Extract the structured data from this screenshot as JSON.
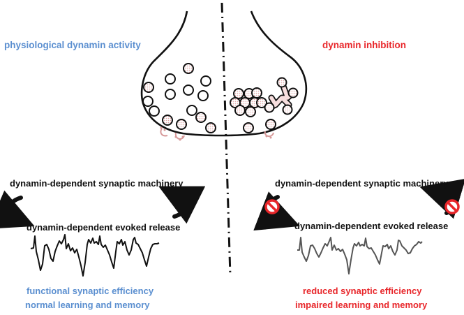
{
  "left": {
    "heading": "physiological dynamin activity",
    "machinery_label": "dynamin-dependent synaptic machinery",
    "release_label": "dynamin-dependent evoked release",
    "outcome_line1": "functional synaptic efficiency",
    "outcome_line2": "normal learning and memory"
  },
  "right": {
    "heading": "dynamin inhibition",
    "machinery_label": "dynamin-dependent synaptic machinery",
    "release_label": "dynamin-dependent evoked release",
    "outcome_line1": "reduced synaptic efficiency",
    "outcome_line2": "impaired learning and memory"
  },
  "colors": {
    "physiological": "#5b8fd0",
    "inhibition": "#e8262a",
    "vesicle_fill": "#f7dede",
    "trace_left": "#111111",
    "trace_right": "#555555"
  },
  "icons": {
    "cycle_arrows": "curved-arrow-icon",
    "blocked": "prohibition-icon",
    "vesicle": "synaptic-vesicle-icon"
  }
}
